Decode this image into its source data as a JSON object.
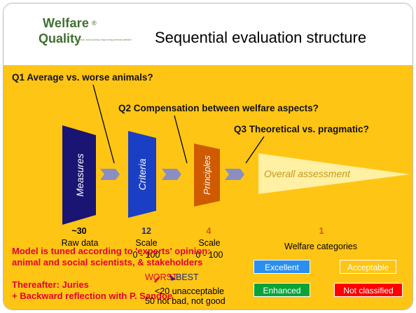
{
  "header": {
    "logo_line1": "Welfare",
    "logo_line2": "Quality",
    "logo_mark": "®",
    "logo_tagline": "Science and society improving animal welfare",
    "title": "Sequential evaluation structure"
  },
  "questions": {
    "q1": "Q1 Average vs. worse animals?",
    "q2": "Q2 Compensation between welfare aspects?",
    "q3": "Q3 Theoretical vs. pragmatic?"
  },
  "stages": [
    {
      "name": "Measures",
      "color": "#1a1473"
    },
    {
      "name": "Criteria",
      "color": "#1a3fc4"
    },
    {
      "name": "Principles",
      "color": "#cf5a00"
    },
    {
      "name": "Overall assessment",
      "color": "#fff0a3"
    }
  ],
  "counts": {
    "measures": "~30",
    "criteria": "12",
    "principles": "4",
    "overall": "1"
  },
  "labels": {
    "measures": "Raw data",
    "criteria_scale": "Scale",
    "criteria_range": "0 - 100",
    "principles_scale": "Scale",
    "principles_range": "0 - 100",
    "overall": "Welfare categories"
  },
  "notes": {
    "model_line1": "Model is tuned according to 'experts' opinion:",
    "model_line2": "animal and social scientists, & stakeholders",
    "juries_line1": "Thereafter: Juries",
    "juries_line2": "+ Backward reflection with P. Sandoe",
    "worst": "WORST",
    "best": "BEST",
    "unacceptable": "<20 unacceptable",
    "not_bad": "50 not bad, not good"
  },
  "categories": [
    {
      "label": "Excellent",
      "color": "#2b8ff0"
    },
    {
      "label": "Acceptable",
      "color": "#ffc514"
    },
    {
      "label": "Enhanced",
      "color": "#0aa33b"
    },
    {
      "label": "Not classified",
      "color": "#ff0000"
    }
  ],
  "colors": {
    "background_panel": "#ffc514",
    "accent_text": "#e4002b",
    "logo_green": "#3f6f2e"
  }
}
